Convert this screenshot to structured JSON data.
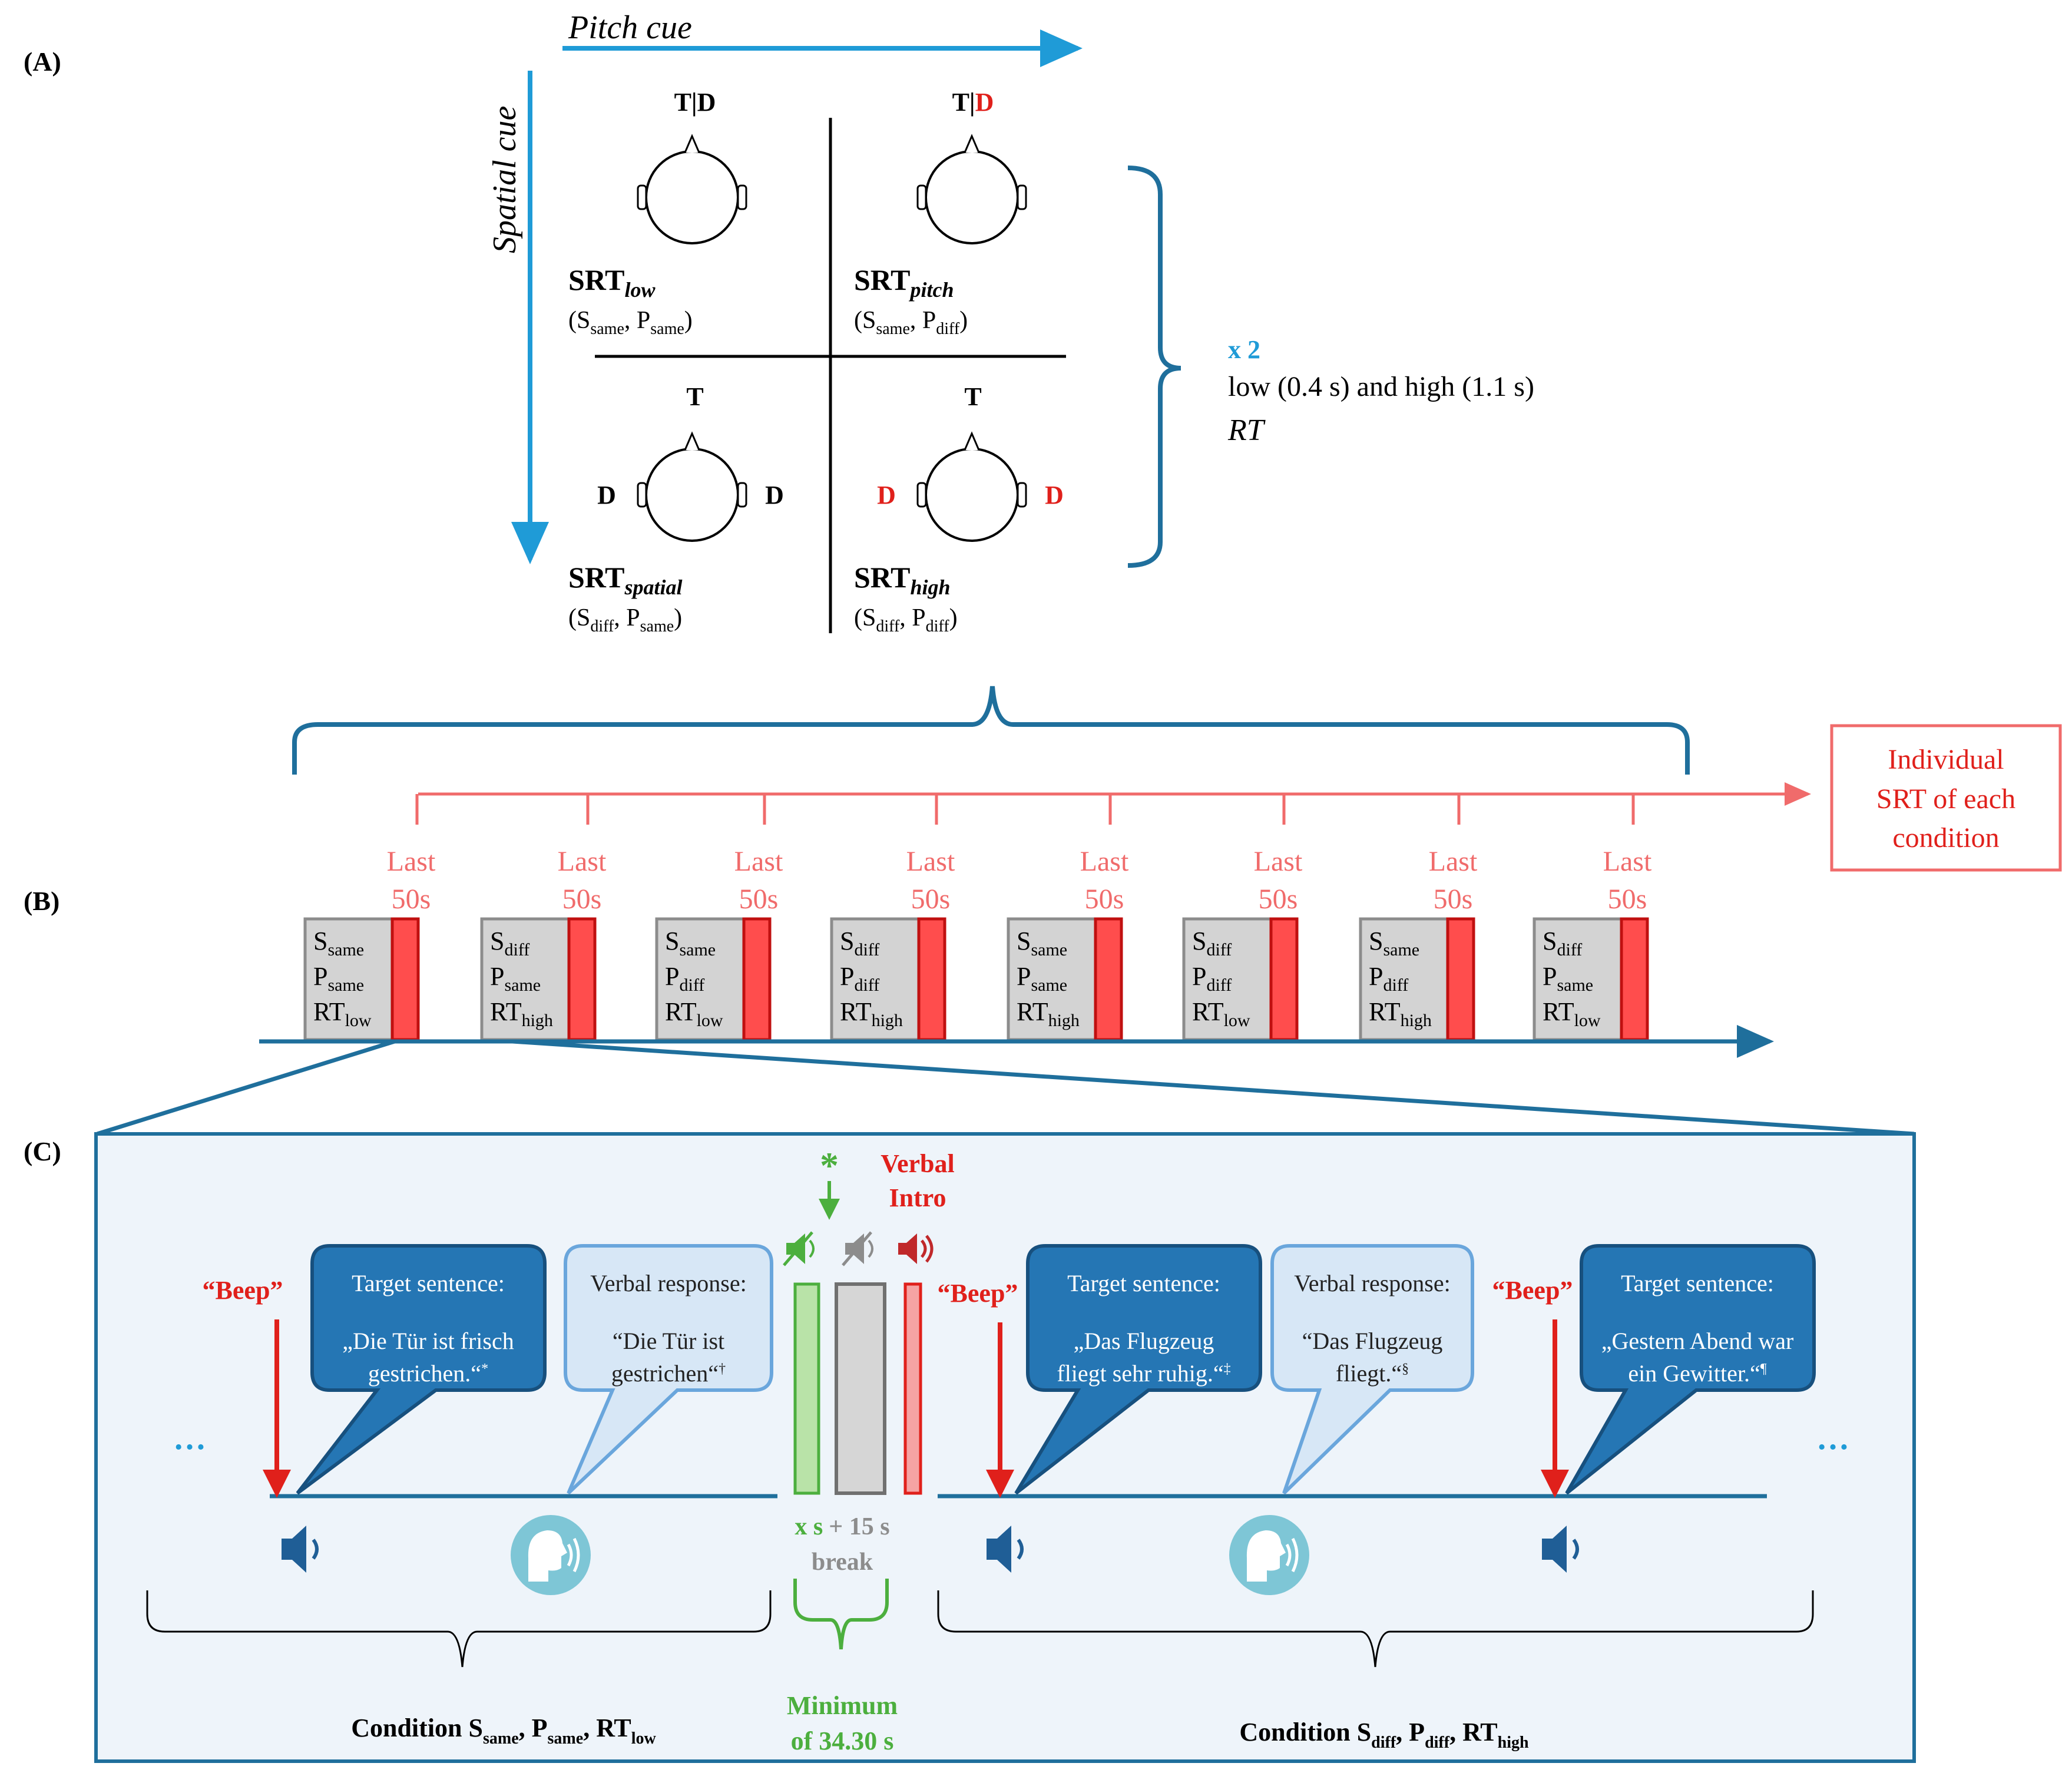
{
  "panels": {
    "a": "(A)",
    "b": "(B)",
    "c": "(C)"
  },
  "panel_a": {
    "pitch_cue": "Pitch cue",
    "spatial_cue": "Spatial cue",
    "quadrants": [
      {
        "top_left": "T|",
        "top_right": "D",
        "top_right_color": "#000000",
        "side_left": "",
        "side_right": "",
        "side_color": "#000000",
        "srt": "SRT",
        "srt_sub": "low",
        "s_sub": "same",
        "p_sub": "same"
      },
      {
        "top_left": "T|",
        "top_right": "D",
        "top_right_color": "#e0201b",
        "side_left": "",
        "side_right": "",
        "side_color": "#e0201b",
        "srt": "SRT",
        "srt_sub": "pitch",
        "s_sub": "same",
        "p_sub": "diff"
      },
      {
        "top_left": "T",
        "top_right": "",
        "top_right_color": "#000000",
        "side_left": "D",
        "side_right": "D",
        "side_color": "#000000",
        "srt": "SRT",
        "srt_sub": "spatial",
        "s_sub": "diff",
        "p_sub": "same"
      },
      {
        "top_left": "T",
        "top_right": "",
        "top_right_color": "#000000",
        "side_left": "D",
        "side_right": "D",
        "side_color": "#e0201b",
        "srt": "SRT",
        "srt_sub": "high",
        "s_sub": "diff",
        "p_sub": "diff"
      }
    ],
    "multiplier": "x 2",
    "rt_line": "low (0.4 s) and high (1.1 s)",
    "rt_label": "RT"
  },
  "panel_b": {
    "individual_box": [
      "Individual",
      "SRT of each",
      "condition"
    ],
    "last_label": [
      "Last",
      "50s"
    ],
    "blocks": [
      {
        "s": "same",
        "p": "same",
        "rt": "low"
      },
      {
        "s": "diff",
        "p": "same",
        "rt": "high"
      },
      {
        "s": "same",
        "p": "diff",
        "rt": "low"
      },
      {
        "s": "diff",
        "p": "diff",
        "rt": "high"
      },
      {
        "s": "same",
        "p": "same",
        "rt": "high"
      },
      {
        "s": "diff",
        "p": "diff",
        "rt": "low"
      },
      {
        "s": "same",
        "p": "diff",
        "rt": "high"
      },
      {
        "s": "diff",
        "p": "same",
        "rt": "low"
      }
    ]
  },
  "panel_c": {
    "beep": "“Beep”",
    "target_title": "Target sentence:",
    "verbal_title": "Verbal response:",
    "bubble1": [
      "„Die Tür ist frisch",
      "gestrichen.“",
      "*"
    ],
    "bubble2": [
      "“Die Tür ist",
      "gestrichen“",
      "†"
    ],
    "bubble3": [
      "„Das Flugzeug",
      "fliegt sehr ruhig.“",
      "‡"
    ],
    "bubble4": [
      "“Das Flugzeug",
      "fliegt.“",
      "§"
    ],
    "bubble5": [
      "„Gestern Abend war",
      "ein Gewitter.“",
      "¶"
    ],
    "asterisk": "*",
    "verbal_intro": [
      "Verbal",
      "Intro"
    ],
    "break_x": "x s",
    "break_plus": "+ 15 s",
    "break_word": "break",
    "minimum": [
      "Minimum",
      "of 34.30 s"
    ],
    "ellipsis": "…",
    "condition_left": {
      "label": "Condition S",
      "s": "same",
      "p": "same",
      "rt": "low"
    },
    "condition_right": {
      "label": "Condition S",
      "s": "diff",
      "p": "diff",
      "rt": "high"
    }
  },
  "colors": {
    "blue": "#1f9bd7",
    "dark_blue": "#1f6f9c",
    "red": "#e0201b",
    "salmon": "#f06b6b",
    "green": "#4caf3e",
    "gray": "#8c8c8c",
    "panel_bg": "#eef4fa"
  }
}
